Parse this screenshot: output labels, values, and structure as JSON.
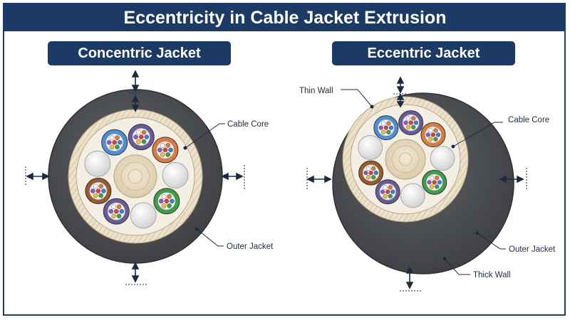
{
  "title": "Eccentricity in Cable Jacket Extrusion",
  "panels": {
    "left": {
      "heading": "Concentric Jacket",
      "labels": {
        "core": "Cable Core",
        "outer": "Outer Jacket"
      }
    },
    "right": {
      "heading": "Eccentric Jacket",
      "labels": {
        "thin": "Thin Wall",
        "core": "Cable Core",
        "outer": "Outer Jacket",
        "thick": "Thick Wall"
      }
    }
  },
  "colors": {
    "navy": "#1b3a66",
    "jacket": "#525558",
    "tape": "#e8dcc4",
    "subunit_blue": "#4a90d9",
    "subunit_orange": "#e07a3a",
    "subunit_green": "#3aa04a",
    "subunit_brown": "#9a5a2a",
    "subunit_violet": "#6a5a9a",
    "filler": "#e6e6e6"
  }
}
